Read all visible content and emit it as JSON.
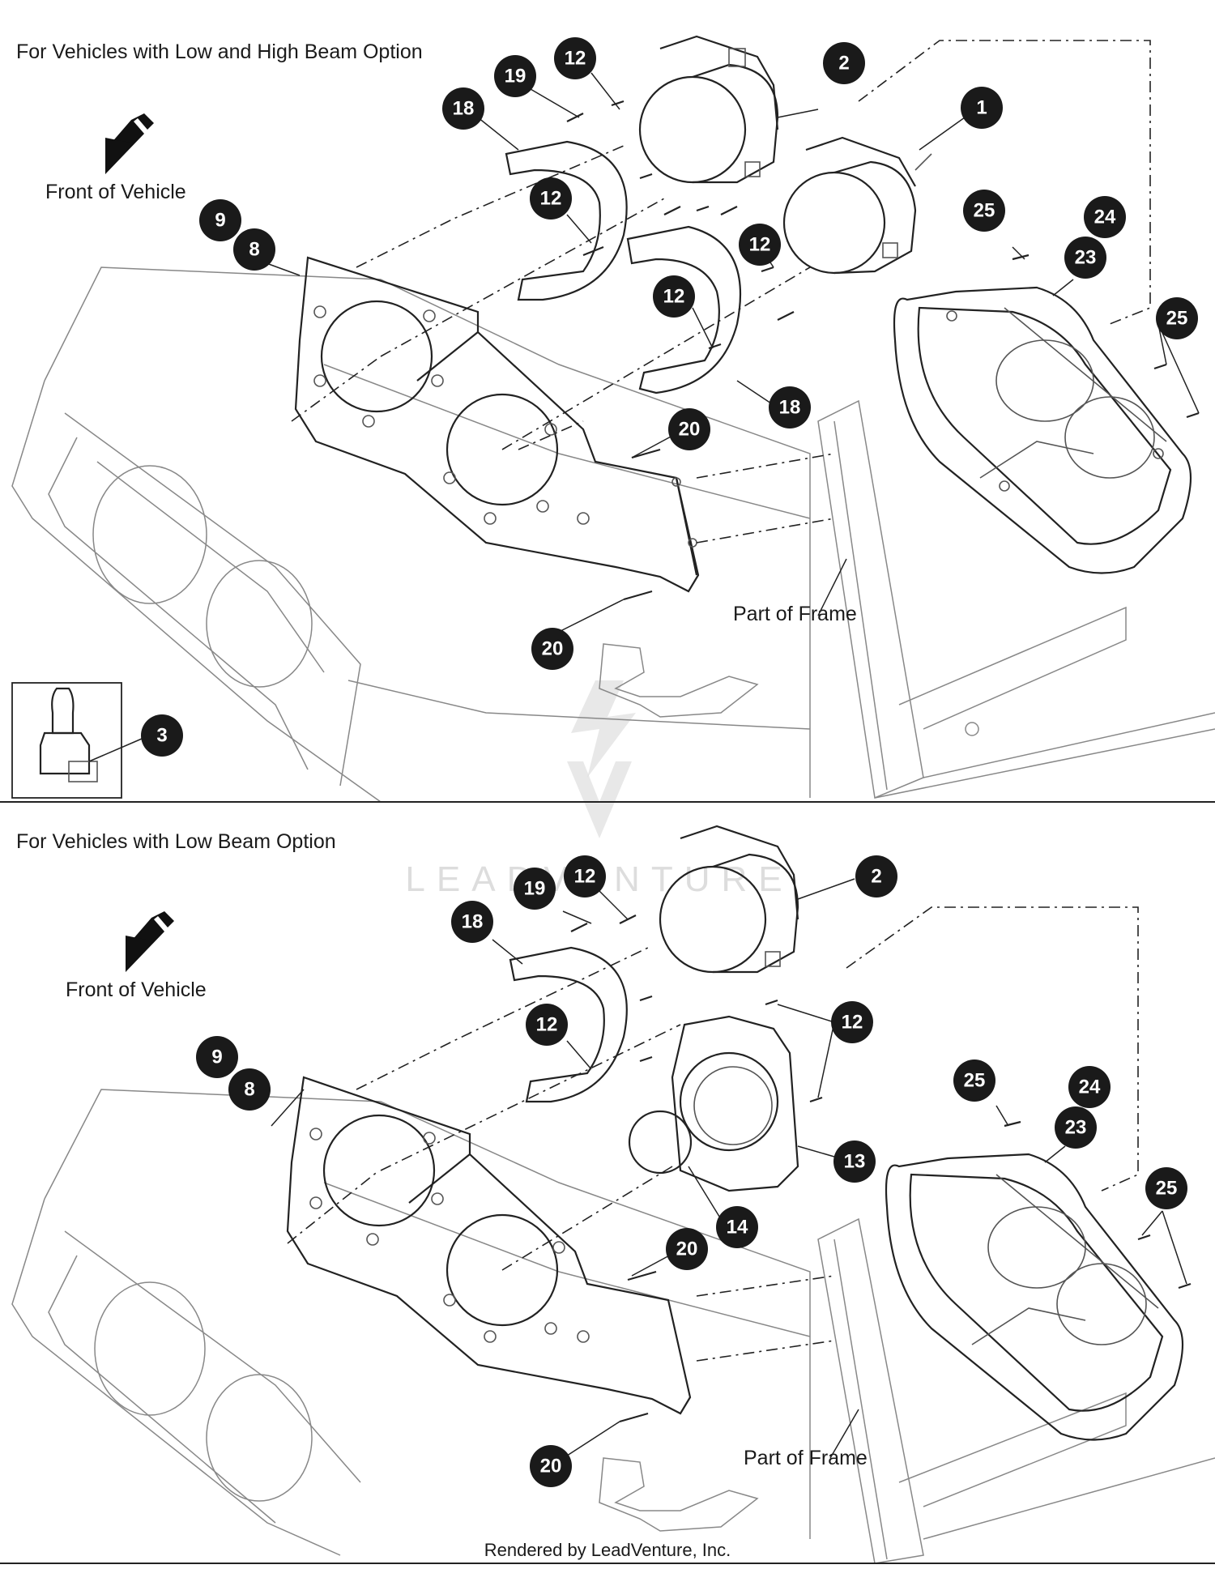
{
  "sections": {
    "top_title": "For Vehicles with Low and High Beam Option",
    "bottom_title": "For Vehicles with Low Beam Option"
  },
  "labels": {
    "front_top": "Front of Vehicle",
    "front_bottom": "Front of Vehicle",
    "frame_top": "Part of Frame",
    "frame_bottom": "Part of Frame"
  },
  "callouts_top": {
    "c1": "1",
    "c2": "2",
    "c3": "3",
    "c8": "8",
    "c9": "9",
    "c12a": "12",
    "c12b": "12",
    "c12c": "12",
    "c12d": "12",
    "c18a": "18",
    "c18b": "18",
    "c19": "19",
    "c20a": "20",
    "c20b": "20",
    "c23": "23",
    "c24": "24",
    "c25a": "25",
    "c25b": "25"
  },
  "callouts_bottom": {
    "c2": "2",
    "c8": "8",
    "c9": "9",
    "c12a": "12",
    "c12b": "12",
    "c12c": "12",
    "c13": "13",
    "c14": "14",
    "c18": "18",
    "c19": "19",
    "c20a": "20",
    "c20b": "20",
    "c23": "23",
    "c24": "24",
    "c25a": "25",
    "c25b": "25"
  },
  "watermark": "LEADVENTURE",
  "credit": "Rendered by LeadVenture, Inc.",
  "colors": {
    "ink": "#1a1a1a",
    "watermark": "#d8d8d8",
    "background": "#ffffff"
  }
}
